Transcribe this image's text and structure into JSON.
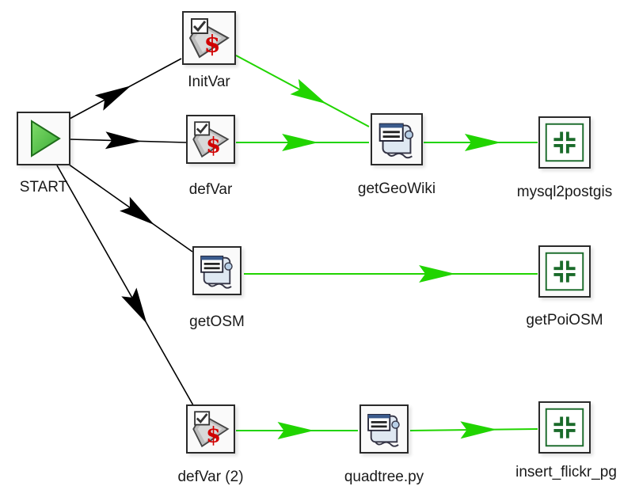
{
  "canvas": {
    "background": "#ffffff"
  },
  "colors": {
    "hop_unconditional": "#000000",
    "hop_success": "#21d400",
    "start_icon": "#3aaa35",
    "dollar_icon": "#d10000",
    "transfer_icon": "#1a6b2a"
  },
  "nodes": [
    {
      "id": "start",
      "label": "START",
      "icon": "start-play-icon"
    },
    {
      "id": "initvar",
      "label": "InitVar",
      "icon": "set-variables-icon"
    },
    {
      "id": "defvar",
      "label": "defVar",
      "icon": "set-variables-icon"
    },
    {
      "id": "getgeowiki",
      "label": "getGeoWiki",
      "icon": "shell-script-icon"
    },
    {
      "id": "mysql2postgis",
      "label": "mysql2postgis",
      "icon": "transformation-icon"
    },
    {
      "id": "getosm",
      "label": "getOSM",
      "icon": "shell-script-icon"
    },
    {
      "id": "getpoiosm",
      "label": "getPoiOSM",
      "icon": "transformation-icon"
    },
    {
      "id": "defvar2",
      "label": "defVar (2)",
      "icon": "set-variables-icon"
    },
    {
      "id": "quadtree",
      "label": "quadtree.py",
      "icon": "shell-script-icon"
    },
    {
      "id": "insertflickr",
      "label": "insert_flickr_pg",
      "icon": "transformation-icon"
    }
  ],
  "hops": [
    {
      "from": "start",
      "to": "initvar",
      "type": "unconditional"
    },
    {
      "from": "start",
      "to": "defvar",
      "type": "unconditional"
    },
    {
      "from": "start",
      "to": "getosm",
      "type": "unconditional"
    },
    {
      "from": "start",
      "to": "defvar2",
      "type": "unconditional"
    },
    {
      "from": "initvar",
      "to": "getgeowiki",
      "type": "success"
    },
    {
      "from": "defvar",
      "to": "getgeowiki",
      "type": "success"
    },
    {
      "from": "getgeowiki",
      "to": "mysql2postgis",
      "type": "success"
    },
    {
      "from": "getosm",
      "to": "getpoiosm",
      "type": "success"
    },
    {
      "from": "defvar2",
      "to": "quadtree",
      "type": "success"
    },
    {
      "from": "quadtree",
      "to": "insertflickr",
      "type": "success"
    }
  ]
}
